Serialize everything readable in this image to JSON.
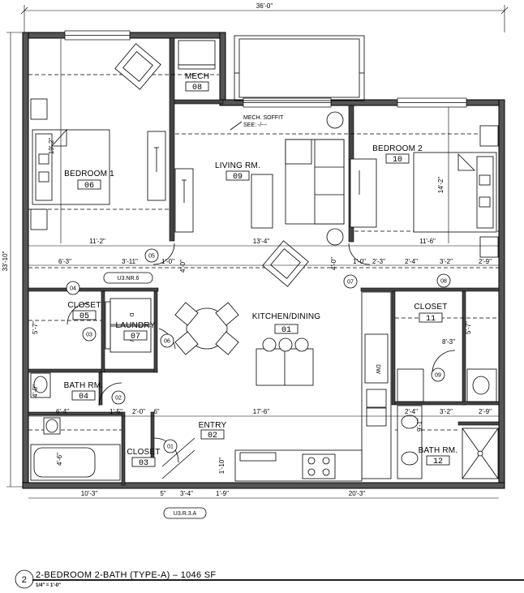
{
  "overall": {
    "width": "36'-0\"",
    "depth": "33'-10\""
  },
  "rooms": [
    {
      "id": "bedroom1",
      "name": "BEDROOM 1",
      "num": "06"
    },
    {
      "id": "mech",
      "name": "MECH",
      "num": "08"
    },
    {
      "id": "living",
      "name": "LIVING RM.",
      "num": "09"
    },
    {
      "id": "bedroom2",
      "name": "BEDROOM 2",
      "num": "10"
    },
    {
      "id": "closet05",
      "name": "CLOSET",
      "num": "05"
    },
    {
      "id": "laundry",
      "name": "LAUNDRY",
      "num": "07"
    },
    {
      "id": "kitchen",
      "name": "KITCHEN/DINING",
      "num": "01"
    },
    {
      "id": "closet11",
      "name": "CLOSET",
      "num": "11"
    },
    {
      "id": "bath04",
      "name": "BATH RM.",
      "num": "04"
    },
    {
      "id": "entry",
      "name": "ENTRY",
      "num": "02"
    },
    {
      "id": "closet03",
      "name": "CLOSET",
      "num": "03"
    },
    {
      "id": "bath12",
      "name": "BATH RM.",
      "num": "12"
    }
  ],
  "notes": {
    "soffit_line1": "MECH. SOFFIT",
    "soffit_line2": "SEE: -/---",
    "dw": "DW"
  },
  "tags": {
    "nr": "U3.NR.6",
    "ra": "U3.R.3.A"
  },
  "doors": [
    "01",
    "02",
    "03",
    "04",
    "05",
    "06",
    "07",
    "08",
    "09"
  ],
  "dims": {
    "d_19_2": "19'-2\"",
    "d_14_2": "14'-2\"",
    "d_11_2": "11'-2\"",
    "d_13_4": "13'-4\"",
    "d_11_6": "11'-6\"",
    "d_6_3": "6'-3\"",
    "d_3_11": "3'-11\"",
    "d_1_0a": "1'-0\"",
    "d_4_0a": "4'-0\"",
    "d_4_0b": "4'-0\"",
    "d_1_0b": "1'-0\"",
    "d_2_3": "2'-3\"",
    "d_2_4a": "2'-4\"",
    "d_3_2a": "3'-2\"",
    "d_2_9a": "2'-9\"",
    "d_5_7a": "5'-7\"",
    "d_5_7b": "5'-7\"",
    "d_8_3": "8'-3\"",
    "d_4_0c": "4'-0\"",
    "d_6_4": "6'-4\"",
    "d_1_5": "1'-5\"",
    "d_2_0": "2'-0\"",
    "d_6": "6\"",
    "d_17_6": "17'-6\"",
    "d_2_4b": "2'-4\"",
    "d_3_2b": "3'-2\"",
    "d_2_9b": "2'-9\"",
    "d_9_1": "9'-1\"",
    "d_4_6": "4'-6\"",
    "d_1_10": "1'-10\"",
    "d_10_3": "10'-3\"",
    "d_5": "5\"",
    "d_3_4": "3'-4\"",
    "d_1_9": "1'-9\"",
    "d_20_3": "20'-3\""
  },
  "title_block": {
    "number": "2",
    "title": "2-BEDROOM 2-BATH (TYPE-A) – 1046 SF",
    "scale": "1/4\" = 1'-0\""
  }
}
